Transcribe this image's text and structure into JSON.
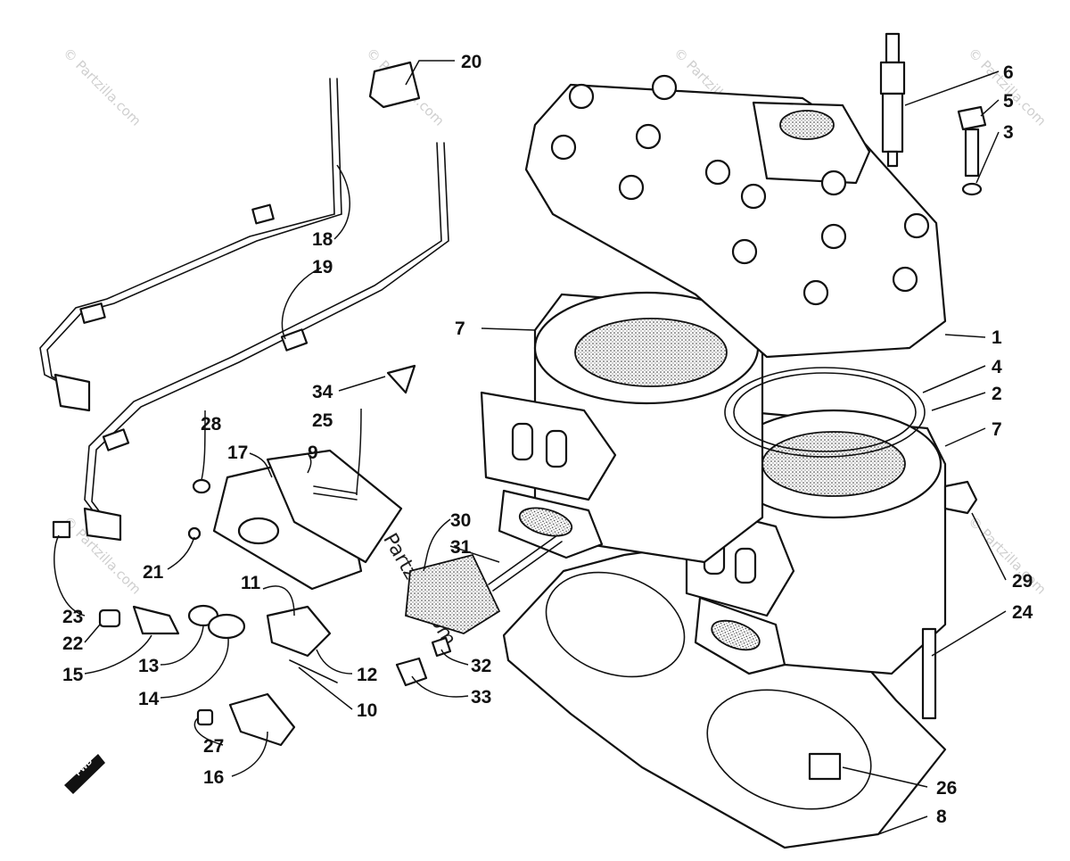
{
  "diagram": {
    "watermark_text": "© Partzilla.com",
    "direction_label": "FWD",
    "callouts": {
      "c1": "1",
      "c2": "2",
      "c3": "3",
      "c4": "4",
      "c5": "5",
      "c6": "6",
      "c7a": "7",
      "c7b": "7",
      "c8": "8",
      "c9": "9",
      "c10": "10",
      "c11": "11",
      "c12": "12",
      "c13": "13",
      "c14": "14",
      "c15": "15",
      "c16": "16",
      "c17": "17",
      "c18": "18",
      "c19": "19",
      "c20": "20",
      "c21": "21",
      "c22": "22",
      "c23": "23",
      "c24": "24",
      "c25": "25",
      "c26": "26",
      "c27": "27",
      "c28": "28",
      "c29": "29",
      "c30": "30",
      "c31": "31",
      "c32": "32",
      "c33": "33",
      "c34": "34"
    }
  }
}
